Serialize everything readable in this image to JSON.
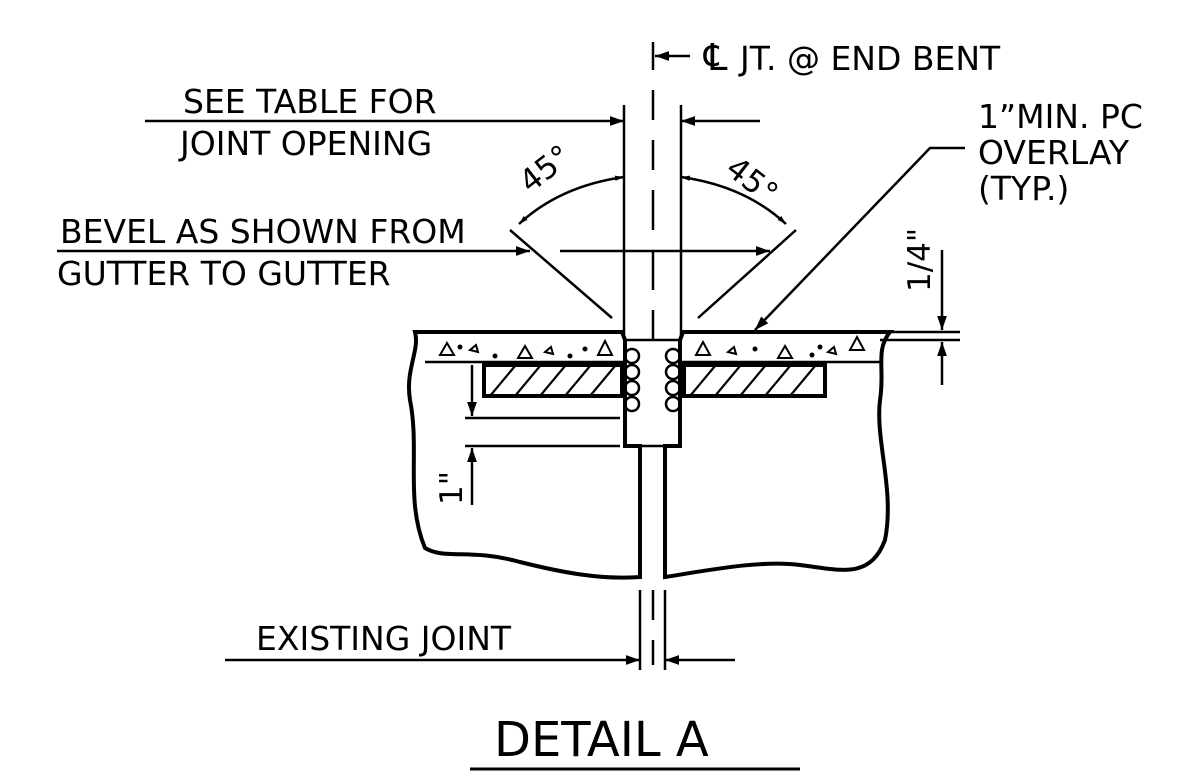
{
  "detail": {
    "title": "DETAIL A",
    "labels": {
      "centerline_symbol": "℄",
      "centerline": "JT. @ END BENT",
      "see_table_line1": "SEE TABLE FOR",
      "see_table_line2": "JOINT OPENING",
      "bevel_line1": "BEVEL AS SHOWN FROM",
      "bevel_line2": "GUTTER TO GUTTER",
      "overlay_line1": "1”MIN. PC",
      "overlay_line2": "OVERLAY",
      "overlay_line3": "(TYP.)",
      "existing_joint": "EXISTING JOINT",
      "angle_left": "45°",
      "angle_right": "45°",
      "dim_quarter": "1/4\"",
      "dim_one_inch": "1\""
    }
  },
  "colors": {
    "ink": "#000000",
    "paper": "#ffffff"
  }
}
